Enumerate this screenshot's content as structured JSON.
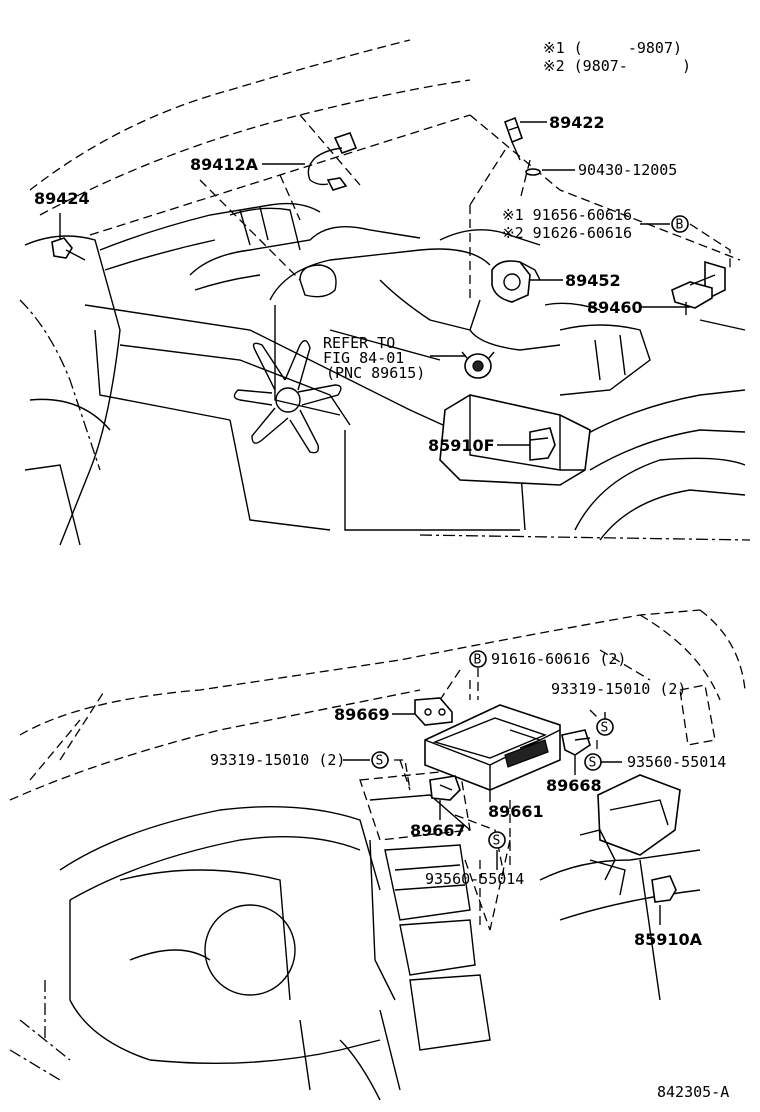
{
  "legend": {
    "note1": "※1 (     -9807)",
    "note2": "※2 (9807-      )"
  },
  "upper": {
    "part_89424": "89424",
    "part_89412A": "89412A",
    "part_89422": "89422",
    "part_90430": "90430-12005",
    "part_91656": "※1 91656-60616",
    "part_91626": "※2 91626-60616",
    "badge_b": "B",
    "part_89452": "89452",
    "part_89460": "89460",
    "refer_line1": "REFER TO",
    "refer_line2": "FIG 84-01",
    "refer_line3": "(PNC 89615)",
    "part_85910F": "85910F"
  },
  "lower": {
    "part_91616": "91616-60616 (2)",
    "badge_b": "B",
    "part_93319_right": "93319-15010 (2)",
    "part_89669": "89669",
    "part_93319_left": "93319-15010 (2)",
    "badge_s": "S",
    "part_93560_right": "93560-55014",
    "part_89668": "89668",
    "part_89661": "89661",
    "part_89667": "89667",
    "part_93560_bottom": "93560-55014",
    "part_85910A": "85910A"
  },
  "footer": {
    "figure_id": "842305-A"
  }
}
